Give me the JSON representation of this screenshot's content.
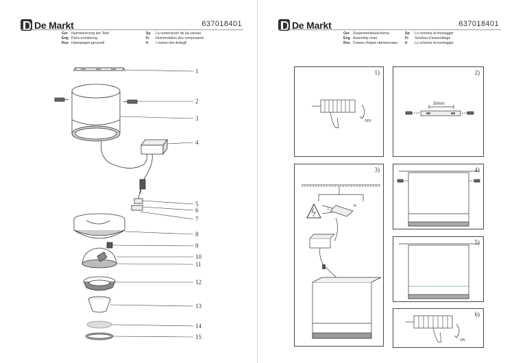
{
  "brand": {
    "name": "De Markt"
  },
  "left_page": {
    "code": "637018401",
    "langs_col1": [
      {
        "code": "Ger",
        "text": "Nummerierung der Teile"
      },
      {
        "code": "Eng",
        "text": "Parts numbering"
      },
      {
        "code": "Rus",
        "text": "Нумерация деталей"
      }
    ],
    "langs_col2": [
      {
        "code": "Sp",
        "text": "La numeración de las piezas"
      },
      {
        "code": "Fr",
        "text": "Numérotation des composants"
      },
      {
        "code": "It",
        "text": "I numeri dei dettagli"
      }
    ],
    "part_numbers": [
      "1",
      "2",
      "3",
      "4",
      "5",
      "6",
      "7",
      "8",
      "9",
      "10",
      "11",
      "12",
      "13",
      "14",
      "15"
    ]
  },
  "right_page": {
    "code": "637018401",
    "langs_col1": [
      {
        "code": "Ger",
        "text": "Zusammenbauschema"
      },
      {
        "code": "Eng",
        "text": "Assembly chart"
      },
      {
        "code": "Rus",
        "text": "Схема сборки светильника"
      }
    ],
    "langs_col2": [
      {
        "code": "Sp",
        "text": "Lo schema di montaggio"
      },
      {
        "code": "Fr",
        "text": "Schéma d'assemblage"
      },
      {
        "code": "It",
        "text": "Lo schema di montaggio"
      }
    ],
    "steps": [
      "1)",
      "2)",
      "3)",
      "4)",
      "5)",
      "6)"
    ],
    "labels": {
      "off": "OFF",
      "on": "ON",
      "dimension": "30mm",
      "wire_l": "L",
      "wire_n": "N"
    }
  }
}
